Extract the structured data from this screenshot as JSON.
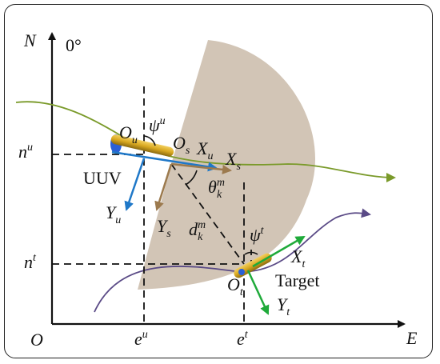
{
  "axes": {
    "north_label": "N",
    "east_label": "E",
    "origin_label": "O",
    "heading_ref": "0°"
  },
  "uuv": {
    "label": "UUV",
    "body_origin": {
      "main": "O",
      "sub": "u"
    },
    "axis_x": {
      "main": "X",
      "sub": "u"
    },
    "axis_y": {
      "main": "Y",
      "sub": "u"
    },
    "heading": {
      "main": "ψ",
      "sup": "u"
    },
    "north_coord": {
      "main": "n",
      "sup": "u"
    },
    "east_coord": {
      "main": "e",
      "sup": "u"
    }
  },
  "sonar": {
    "origin": {
      "main": "O",
      "sub": "s"
    },
    "axis_x": {
      "main": "X",
      "sub": "s"
    },
    "axis_y": {
      "main": "Y",
      "sub": "s"
    },
    "bearing": {
      "main": "θ",
      "sup": "m",
      "sub": "k"
    },
    "range": {
      "main": "d",
      "sup": "m",
      "sub": "k"
    }
  },
  "target": {
    "label": "Target",
    "body_origin": {
      "main": "O",
      "sub": "t"
    },
    "axis_x": {
      "main": "X",
      "sub": "t"
    },
    "axis_y": {
      "main": "Y",
      "sub": "t"
    },
    "heading": {
      "main": "ψ",
      "sup": "t"
    },
    "north_coord": {
      "main": "n",
      "sup": "t"
    },
    "east_coord": {
      "main": "e",
      "sup": "t"
    }
  },
  "colors": {
    "sector": "#cdbfae",
    "uuv_path": "#7a9a2a",
    "target_path": "#5a4a86",
    "uuv_axes": "#1f78c8",
    "sonar_axes": "#9c7a4e",
    "target_axes": "#1faa3a",
    "vehicle_body": "#d8a820"
  }
}
